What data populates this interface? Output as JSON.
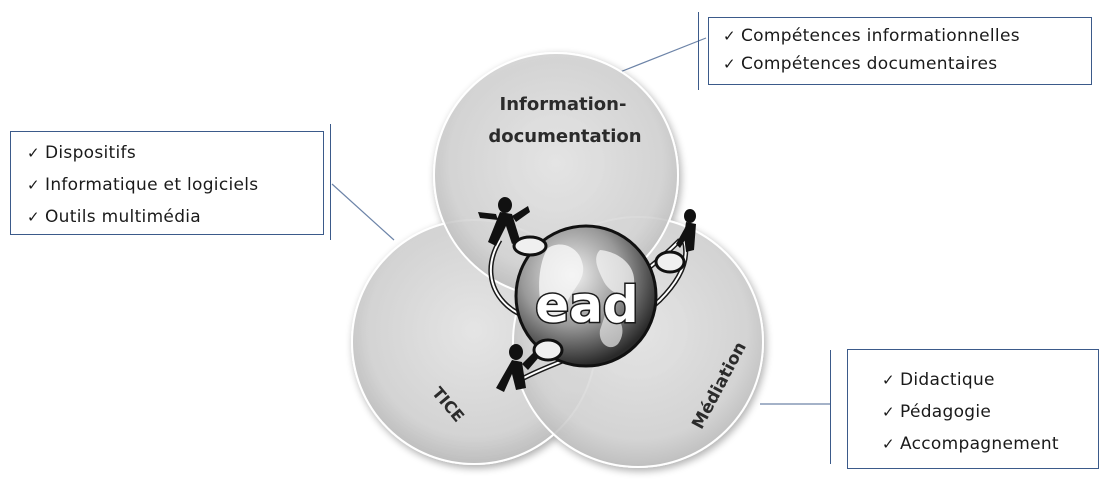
{
  "circles": {
    "information": {
      "line1": "Information-",
      "line2": "documentation"
    },
    "tice": "TICE",
    "mediation": "Médiation"
  },
  "center_logo": {
    "text": "ead",
    "icon": "globe-icon"
  },
  "boxes": {
    "information": {
      "items": [
        "Compétences informationnelles",
        "Compétences documentaires"
      ]
    },
    "tice": {
      "items": [
        "Dispositifs",
        "Informatique et logiciels",
        "Outils multimédia"
      ]
    },
    "mediation": {
      "items": [
        "Didactique",
        "Pédagogie",
        "Accompagnement"
      ]
    }
  },
  "check_glyph": "✓",
  "colors": {
    "circle_fill": "#d8d8d8",
    "box_border": "#3b5a8a",
    "text": "#1a1a1a"
  }
}
